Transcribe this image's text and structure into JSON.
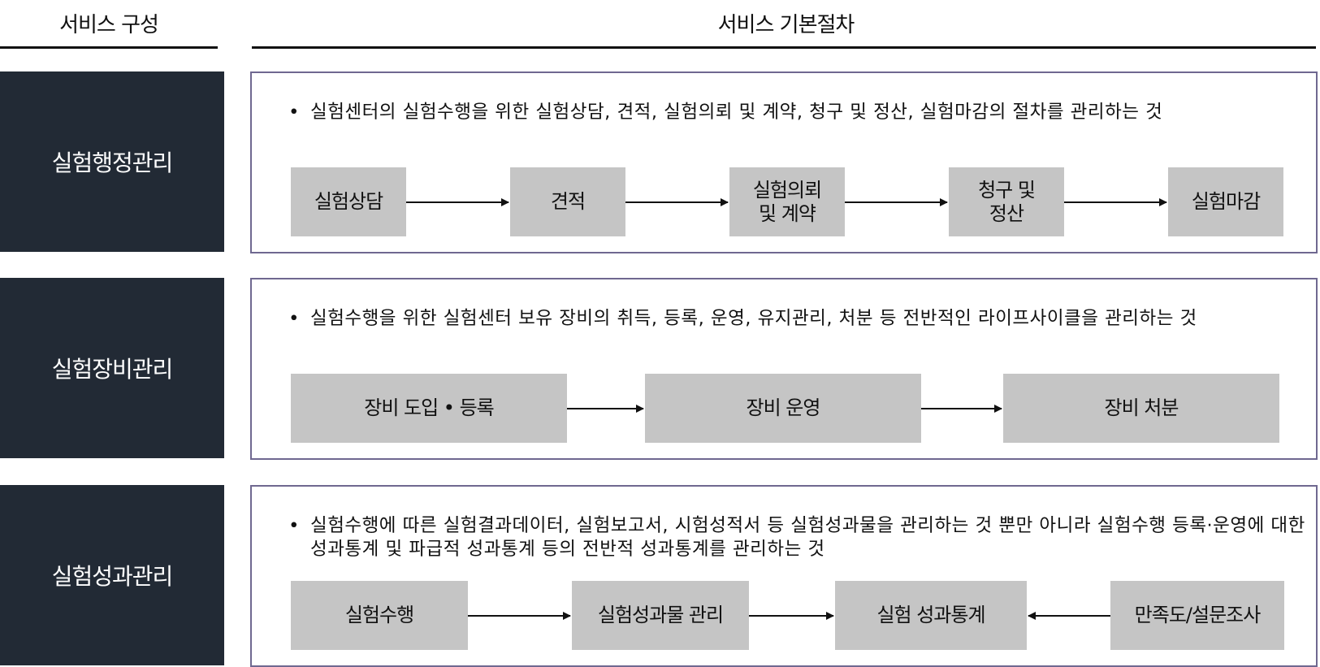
{
  "headers": {
    "left": "서비스 구성",
    "right": "서비스 기본절차"
  },
  "rows": [
    {
      "label": "실험행정관리",
      "description": "실험센터의 실험수행을 위한 실험상담, 견적, 실험의뢰 및 계약, 청구 및 정산, 실험마감의 절차를 관리하는 것",
      "steps": [
        "실험상담",
        "견적",
        "실험의뢰\n및 계약",
        "청구 및\n정산",
        "실험마감"
      ]
    },
    {
      "label": "실험장비관리",
      "description": "실험수행을 위한 실험센터 보유 장비의 취득, 등록, 운영, 유지관리, 처분 등 전반적인 라이프사이클을 관리하는 것",
      "steps": [
        "장비 도입 • 등록",
        "장비 운영",
        "장비 처분"
      ]
    },
    {
      "label": "실험성과관리",
      "description": "실험수행에 따른 실험결과데이터, 실험보고서, 시험성적서 등 실험성과물을 관리하는 것 뿐만 아니라 실험수행 등록·운영에 대한 성과통계 및 파급적 성과통계 등의 전반적 성과통계를 관리하는 것",
      "steps": [
        "실험수행",
        "실험성과물 관리",
        "실험 성과통계",
        "만족도/설문조사"
      ]
    }
  ],
  "colors": {
    "label_bg": "#222a35",
    "step_bg": "#c5c5c5",
    "border": "#6f6890"
  }
}
